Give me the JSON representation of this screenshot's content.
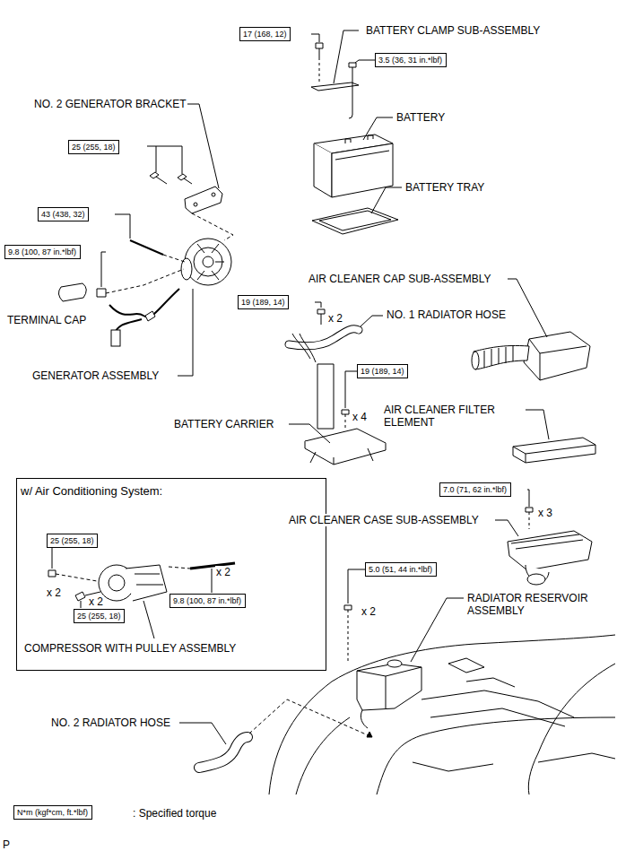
{
  "diagram": {
    "nodes": [
      {
        "text": [
          "17 (168, 12)"
        ]
      },
      {
        "text": [
          "3.5 (36, 31 in.*lbf)"
        ]
      },
      {
        "text": [
          "25 (255, 18)"
        ]
      },
      {
        "text": [
          "43 (438, 32)"
        ]
      },
      {
        "text": [
          "9.8 (100, 87 in.*lbf)"
        ]
      },
      {
        "text": [
          "19 (189, 14)"
        ]
      },
      {
        "text": [
          "19 (189, 14)"
        ]
      },
      {
        "text": [
          "w/ Air Conditioning System:"
        ]
      },
      {
        "text": [
          "25 (255, 18)"
        ],
        "in": 7
      },
      {
        "text": [
          "9.8 (100, 87 in.*lbf)"
        ],
        "in": 7
      },
      {
        "text": [
          "25 (255, 18)"
        ],
        "in": 7
      },
      {
        "text": [
          "7.0 (71, 62 in.*lbf)"
        ]
      },
      {
        "text": [
          "5.0 (51, 44 in.*lbf)"
        ]
      },
      {
        "text": [
          "N*m (kgf*cm, ft.*lbf)"
        ]
      }
    ],
    "labels": [
      "BATTERY CLAMP SUB-ASSEMBLY",
      "BATTERY",
      "BATTERY TRAY",
      "NO. 2 GENERATOR BRACKET",
      "TERMINAL CAP",
      "GENERATOR ASSEMBLY",
      "AIR CLEANER CAP SUB-ASSEMBLY",
      "x 2",
      "NO. 1 RADIATOR HOSE",
      "x 4",
      "BATTERY CARRIER",
      "AIR CLEANER FILTER ELEMENT",
      "AIR CLEANER CASE SUB-ASSEMBLY",
      "x 3",
      "x 2",
      "x 2",
      "x 2",
      "COMPRESSOR WITH PULLEY ASSEMBLY",
      "x 2",
      "RADIATOR RESERVOIR ASSEMBLY",
      "NO. 2 RADIATOR HOSE",
      "P"
    ],
    "legend": [
      {
        "text": ": Specified torque"
      }
    ]
  }
}
